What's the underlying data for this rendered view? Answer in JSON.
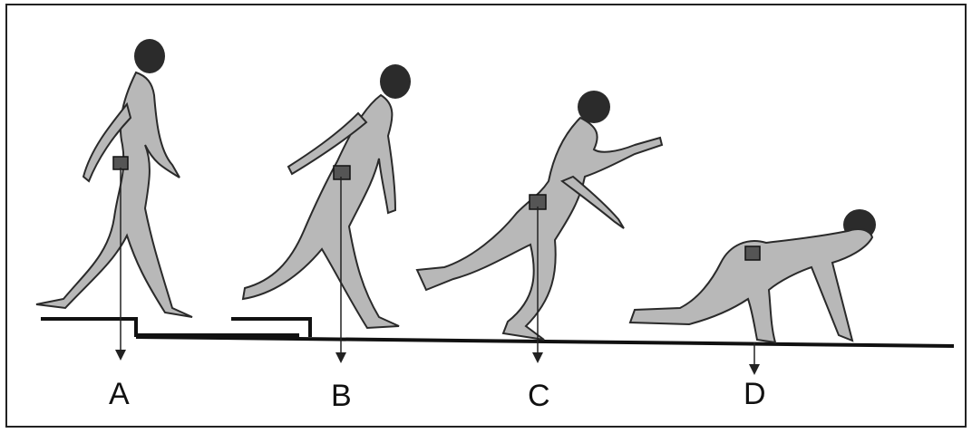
{
  "panels": [
    {
      "id": "A",
      "label": "A"
    },
    {
      "id": "B",
      "label": "B"
    },
    {
      "id": "C",
      "label": "C"
    },
    {
      "id": "D",
      "label": "D"
    }
  ],
  "colors": {
    "ground": "#111111",
    "figure": "#b8b8b8",
    "hair": "#2b2b2b"
  }
}
